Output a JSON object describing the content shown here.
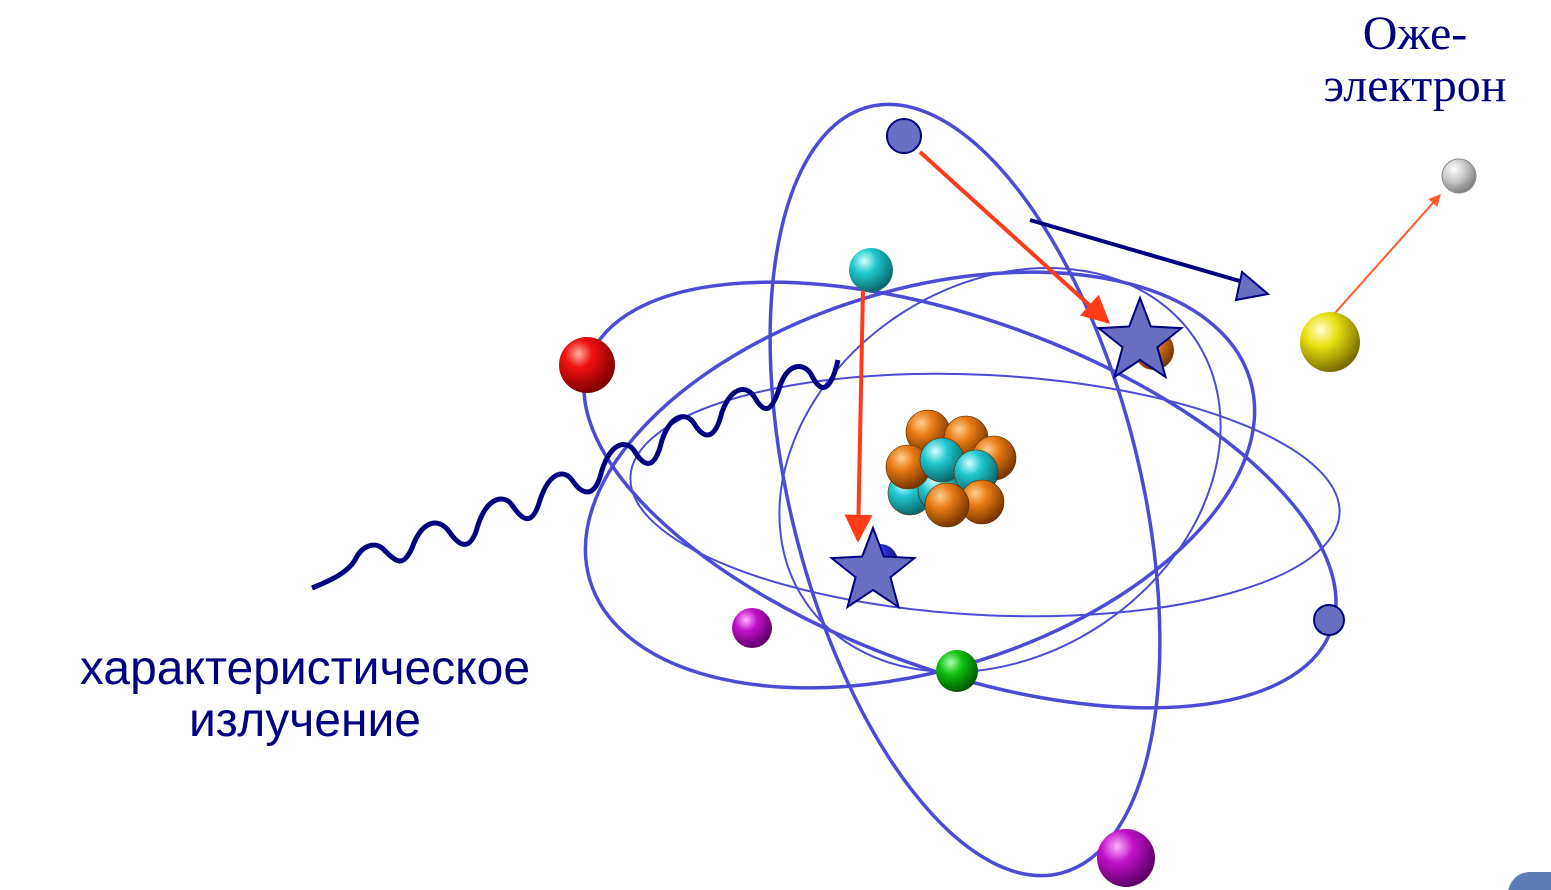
{
  "labels": {
    "auger_line1": "Оже-",
    "auger_line2": "электрон",
    "characteristic_line1": "характеристическое",
    "characteristic_line2": "излучение"
  },
  "colors": {
    "orbit": "#4b4bd6",
    "label_text": "#000080",
    "transition_arrow": "#ff3b1a",
    "auger_arrow": "#ff5a2a",
    "photon_wave": "#000080",
    "vacancy_star": "#6a6ec0",
    "nucleus_proton": "#e87a12",
    "nucleus_neutron": "#20c8d0"
  },
  "icons": {
    "vacancy": "star-icon",
    "electron": "sphere-icon",
    "photon": "wavy-line-icon"
  }
}
